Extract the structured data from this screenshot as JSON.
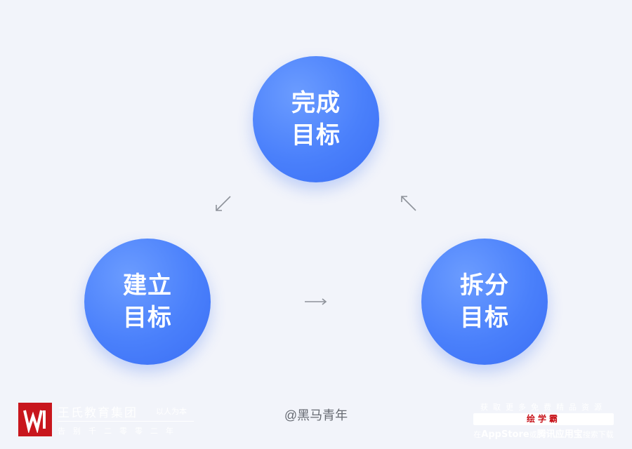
{
  "nodes": {
    "top": {
      "line1": "完成",
      "line2": "目标"
    },
    "left": {
      "line1": "建立",
      "line2": "目标"
    },
    "right": {
      "line1": "拆分",
      "line2": "目标"
    }
  },
  "colors": {
    "node": "#4a80fb",
    "arrow": "#8e929a",
    "background": "#f2f4fa",
    "brand_red": "#c8161d"
  },
  "watermark": "@黑马青年",
  "logo_left": {
    "icon": "w-logo-icon",
    "brand": "王氏教育集团",
    "slogan": "以人为本",
    "motto": "告别千二零零二年"
  },
  "logo_right": {
    "line1": "获取更多免费精品资源",
    "pill": "绘学霸",
    "line3_prefix": "在",
    "line3_bold": "AppStore",
    "line3_mid": "或",
    "line3_bold2": "腾讯应用宝",
    "line3_suffix": "搜索下载"
  }
}
